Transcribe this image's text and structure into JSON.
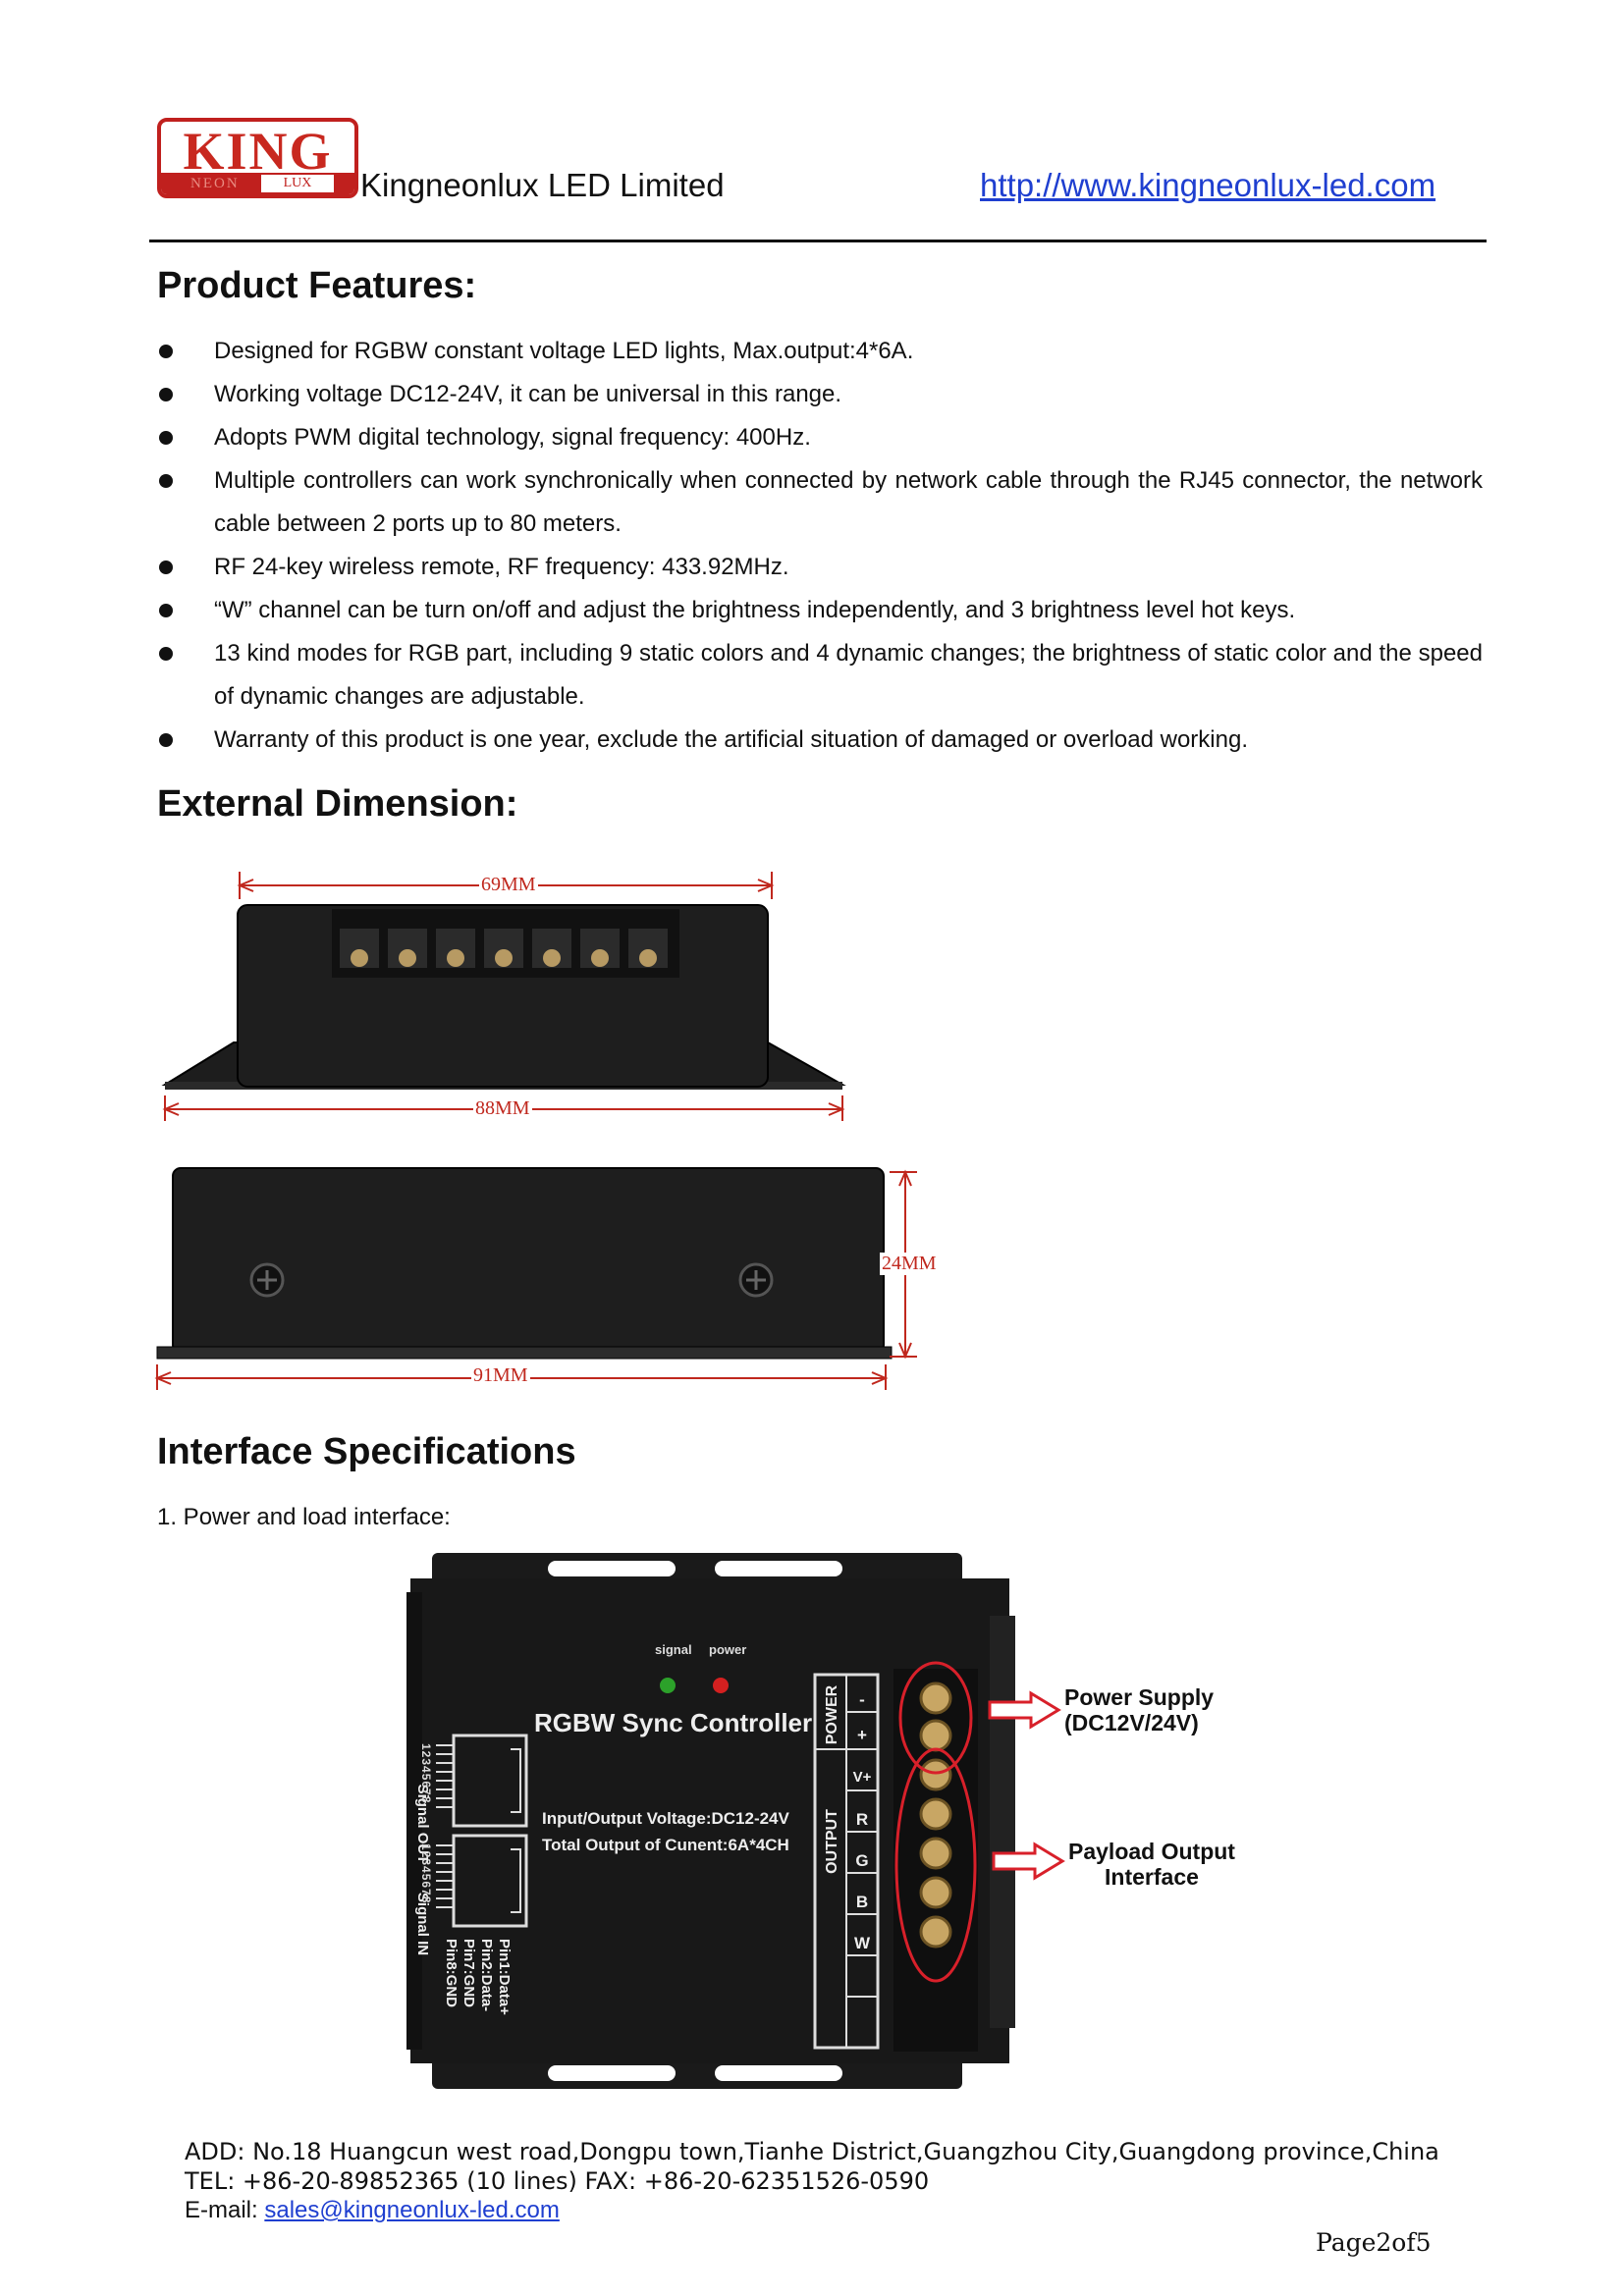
{
  "header": {
    "logo_text": "KING",
    "logo_sub_left": "NEON",
    "logo_sub_right": "LUX",
    "company": "Kingneonlux LED Limited",
    "website": "http://www.kingneonlux-led.com"
  },
  "features": {
    "heading": "Product Features:",
    "items": [
      "Designed for RGBW constant voltage LED lights, Max.output:4*6A.",
      "Working voltage DC12-24V, it can be universal in this range.",
      "Adopts PWM digital technology, signal frequency: 400Hz.",
      "Multiple controllers can work synchronically when connected by network cable through the RJ45 connector, the network cable between 2 ports up to 80 meters.",
      "RF 24-key wireless remote, RF frequency: 433.92MHz.",
      "“W” channel can be turn on/off and adjust the brightness independently, and 3 brightness level hot keys.",
      "13 kind modes for RGB part, including 9 static colors and 4 dynamic changes; the brightness of static color and the speed of dynamic changes are adjustable.",
      "Warranty of this product is one year, exclude the artificial situation of damaged or overload working."
    ]
  },
  "dimension": {
    "heading": "External Dimension:",
    "top_width": "69MM",
    "base_width": "88MM",
    "height": "24MM",
    "side_width": "91MM"
  },
  "interface": {
    "heading": "Interface Specifications",
    "subheading": "1. Power and load interface:",
    "device": {
      "signal_led": "signal",
      "power_led": "power",
      "title": "RGBW Sync Controller",
      "voltage": "Input/Output Voltage:DC12-24V",
      "current": "Total Output of Cunent:6A*4CH",
      "port_out": "Signal OUT",
      "port_in": "Signal IN",
      "pin_numbers": "12345678",
      "pins": [
        "Pin1:Data+",
        "Pin2:Data-",
        "Pin7:GND",
        "Pin8:GND"
      ],
      "power_label": "POWER",
      "output_label": "OUTPUT",
      "terminals": [
        "-",
        "+",
        "V+",
        "R",
        "G",
        "B",
        "W"
      ]
    },
    "callout_power": [
      "Power Supply",
      "(DC12V/24V)"
    ],
    "callout_payload": [
      "Payload Output",
      "Interface"
    ]
  },
  "footer": {
    "address": "ADD: No.18 Huangcun west road,Dongpu town,Tianhe District,Guangzhou City,Guangdong province,China",
    "tel": "TEL: +86-20-89852365 (10 lines) FAX: +86-20-62351526-0590",
    "email_label": "E-mail: ",
    "email": "sales@kingneonlux-led.com",
    "page": "Page2of5"
  },
  "colors": {
    "brand_red": "#c0201e",
    "link_blue": "#1f3fd0",
    "dimension_red": "#c0281e"
  }
}
